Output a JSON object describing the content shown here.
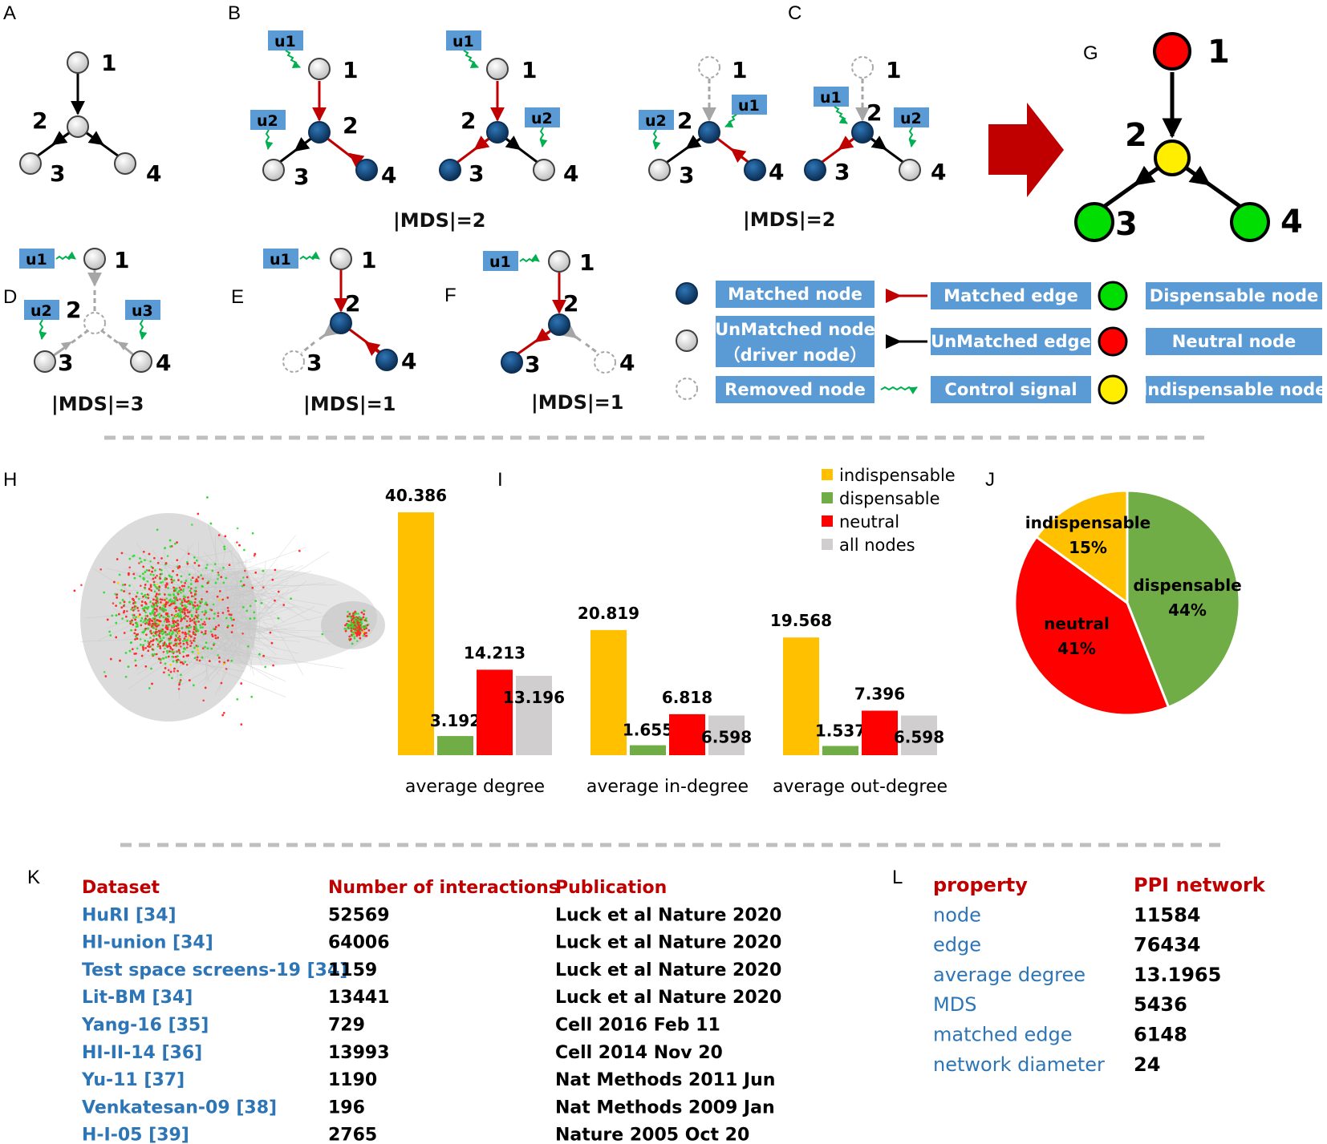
{
  "panels": {
    "A": "A",
    "B": "B",
    "C": "C",
    "D": "D",
    "E": "E",
    "F": "F",
    "G": "G",
    "H": "H",
    "I": "I",
    "J": "J",
    "K": "K",
    "L": "L"
  },
  "node_numbers": {
    "n1": "1",
    "n2": "2",
    "n3": "3",
    "n4": "4"
  },
  "controls": {
    "u1": "u1",
    "u2": "u2",
    "u3": "u3"
  },
  "mds_labels": {
    "B": "|MDS|=2",
    "C": "|MDS|=2",
    "D": "|MDS|=3",
    "E": "|MDS|=1",
    "F": "|MDS|=1"
  },
  "legend": {
    "matched_node": "Matched node",
    "unmatched_node_1": "UnMatched node",
    "unmatched_node_2": "（driver node）",
    "removed_node": "Removed node",
    "matched_edge": "Matched edge",
    "unmatched_edge": "UnMatched edge",
    "control_signal": "Control signal",
    "dispensable_node": "Dispensable node",
    "neutral_node": "Neutral node",
    "indispensable_node": "Indispensable node"
  },
  "colors": {
    "indispensable": "#ffc000",
    "dispensable": "#70ad47",
    "neutral": "#ff0000",
    "all_nodes": "#d0cece",
    "matched_node": "#1f4e79",
    "matched_edge": "#c00000",
    "control_signal": "#00b050",
    "legend_box": "#5b9bd5",
    "table_header": "#c00000",
    "table_name": "#2e75b6",
    "green_node": "#00dd00",
    "red_node": "#ff0000",
    "yellow_node": "#ffee00",
    "arrow_big": "#c00000"
  },
  "chart_data": [
    {
      "type": "bar",
      "categories": [
        "average degree",
        "average in-degree",
        "average out-degree"
      ],
      "series": [
        {
          "name": "indispensable",
          "values": [
            40.386,
            20.819,
            19.568
          ]
        },
        {
          "name": "dispensable",
          "values": [
            3.192,
            1.655,
            1.537
          ]
        },
        {
          "name": "neutral",
          "values": [
            14.213,
            6.818,
            7.396
          ]
        },
        {
          "name": "all nodes",
          "values": [
            13.196,
            6.598,
            6.598
          ]
        }
      ],
      "value_labels": [
        [
          "40.386",
          "3.192",
          "14.213",
          "13.196"
        ],
        [
          "20.819",
          "1.655",
          "6.818",
          "6.598"
        ],
        [
          "19.568",
          "1.537",
          "7.396",
          "6.598"
        ]
      ],
      "ylim": [
        0,
        44
      ],
      "legend_position": "top-right",
      "grid": false
    },
    {
      "type": "pie",
      "slices": [
        {
          "name": "dispensable",
          "value": 44,
          "label": "44%"
        },
        {
          "name": "neutral",
          "value": 41,
          "label": "41%"
        },
        {
          "name": "indispensable",
          "value": 15,
          "label": "15%"
        }
      ]
    }
  ],
  "table_k": {
    "headers": [
      "Dataset",
      "Number of interactions",
      "Publication"
    ],
    "rows": [
      [
        "HuRI [34]",
        "52569",
        "Luck et al Nature 2020"
      ],
      [
        "HI-union [34]",
        "64006",
        "Luck et al Nature 2020"
      ],
      [
        "Test space screens-19 [34]",
        "1159",
        "Luck et al Nature 2020"
      ],
      [
        "Lit-BM [34]",
        "13441",
        "Luck et al Nature 2020"
      ],
      [
        "Yang-16 [35]",
        "729",
        "Cell 2016 Feb 11"
      ],
      [
        "HI-II-14 [36]",
        "13993",
        "Cell 2014 Nov 20"
      ],
      [
        "Yu-11 [37]",
        "1190",
        "Nat Methods 2011 Jun"
      ],
      [
        "Venkatesan-09 [38]",
        "196",
        "Nat Methods 2009 Jan"
      ],
      [
        "H-I-05 [39]",
        "2765",
        "Nature 2005 Oct 20"
      ]
    ]
  },
  "table_l": {
    "headers": [
      "property",
      "PPI network"
    ],
    "rows": [
      [
        "node",
        "11584"
      ],
      [
        "edge",
        "76434"
      ],
      [
        "average degree",
        "13.1965"
      ],
      [
        "MDS",
        "5436"
      ],
      [
        "matched edge",
        "6148"
      ],
      [
        "network diameter",
        "24"
      ]
    ]
  }
}
